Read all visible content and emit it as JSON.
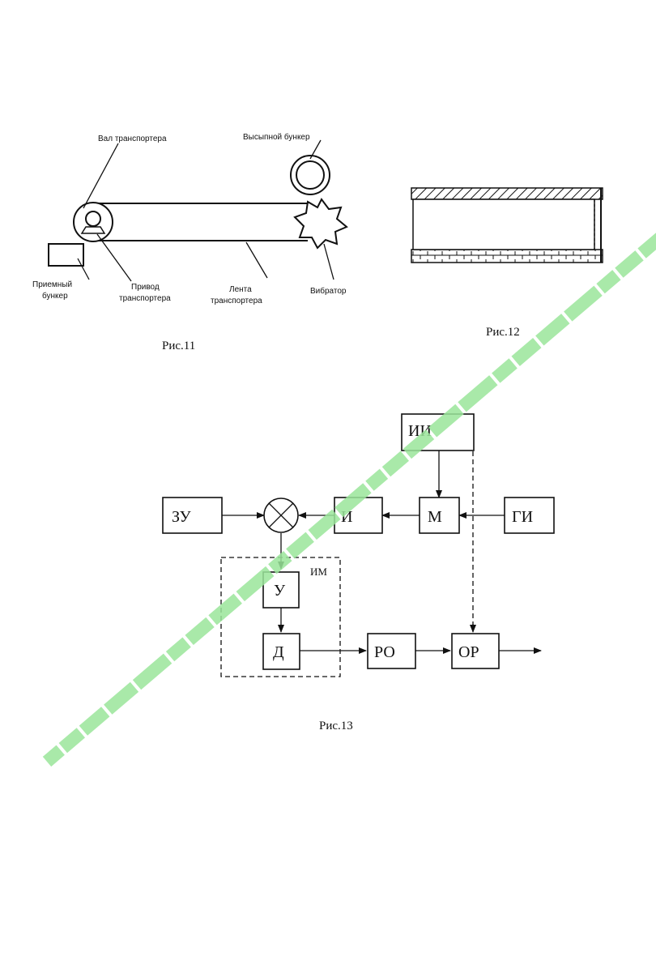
{
  "fig11": {
    "caption": "Рис.11",
    "label_shaft": "Вал транспортера",
    "label_hopper_out": "Высыпной бункер",
    "label_hopper_in_1": "Приемный",
    "label_hopper_in_2": "бункер",
    "label_drive_1": "Привод",
    "label_drive_2": "транспортера",
    "label_belt_1": "Лента",
    "label_belt_2": "транспортера",
    "label_vibrator": "Вибратор"
  },
  "fig12": {
    "caption": "Рис.12"
  },
  "fig13": {
    "caption": "Рис.13",
    "box_ii": "ИИ",
    "box_zu": "ЗУ",
    "box_i": "И",
    "box_m": "М",
    "box_gi": "ГИ",
    "group_label": "ИМ",
    "box_u": "У",
    "box_d": "Д",
    "box_ro": "РО",
    "box_or": "ОР"
  },
  "colors": {
    "ink": "#111111",
    "watermark": "#9be69b"
  }
}
